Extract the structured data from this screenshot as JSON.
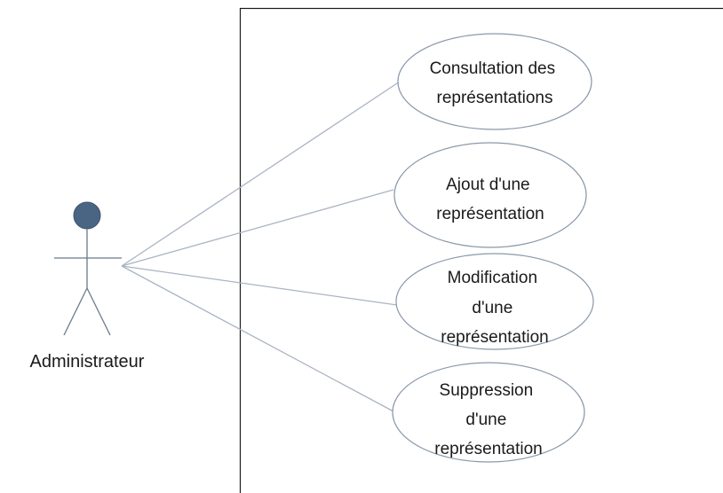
{
  "actor": {
    "name": "Administrateur",
    "head_color": "#4a6584"
  },
  "use_cases": [
    {
      "lines": [
        "Consultation des",
        "représentations"
      ]
    },
    {
      "lines": [
        "Ajout d'une",
        "représentation"
      ]
    },
    {
      "lines": [
        "Modification",
        "d'une",
        "représentation"
      ]
    },
    {
      "lines": [
        "Suppression",
        "d'une",
        "représentation"
      ]
    }
  ],
  "colors": {
    "line": "#aab4c3",
    "ellipse_stroke": "#8a98ab",
    "boundary": "#1a1a1a",
    "actor_stroke": "#6a7a8c"
  }
}
